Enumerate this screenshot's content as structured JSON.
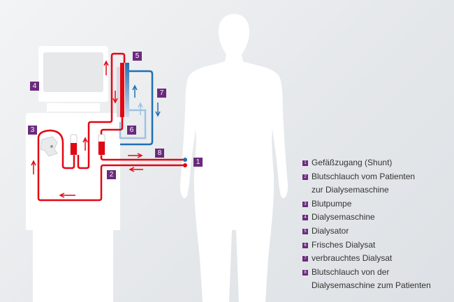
{
  "labels": [
    "1",
    "2",
    "3",
    "4",
    "5",
    "6",
    "7",
    "8"
  ],
  "legend": [
    {
      "num": "1",
      "text": "Gefäßzugang (Shunt)"
    },
    {
      "num": "2",
      "text": "Blutschlauch vom Patienten zur Dialysemaschine"
    },
    {
      "num": "3",
      "text": "Blutpumpe"
    },
    {
      "num": "4",
      "text": "Dialysemaschine"
    },
    {
      "num": "5",
      "text": "Dialysator"
    },
    {
      "num": "6",
      "text": "Frisches Dialysat"
    },
    {
      "num": "7",
      "text": "verbrauchtes Dialysat"
    },
    {
      "num": "8",
      "text": "Blutschlauch von der Dialysemaschine zum Patienten"
    }
  ],
  "colors": {
    "blood": "#e30613",
    "dialysate": "#1f6fb2",
    "fresh": "#9fc3e2",
    "label": "#6b2a7d"
  }
}
